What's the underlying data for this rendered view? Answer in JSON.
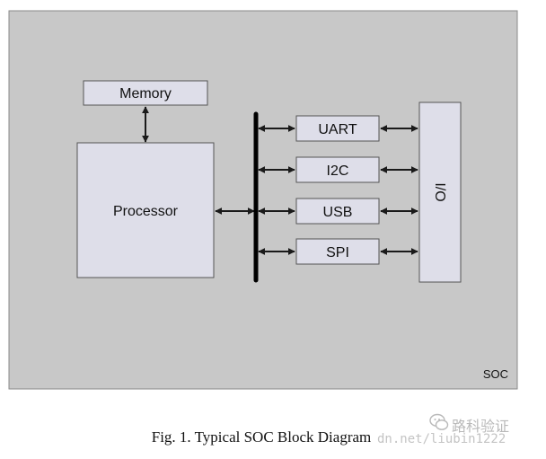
{
  "diagram": {
    "container_label": "SOC",
    "blocks": {
      "memory": "Memory",
      "processor": "Processor",
      "uart": "UART",
      "i2c": "I2C",
      "usb": "USB",
      "spi": "SPI",
      "io": "I/O"
    }
  },
  "caption": "Fig. 1. Typical SOC Block Diagram",
  "watermark": {
    "text": "路科验证",
    "url_fragment": "dn.net/liubin1222"
  },
  "colors": {
    "background": "#ffffff",
    "soc_fill": "#c8c8c8",
    "block_fill": "#dedee9",
    "stroke": "#1a1a1a"
  }
}
